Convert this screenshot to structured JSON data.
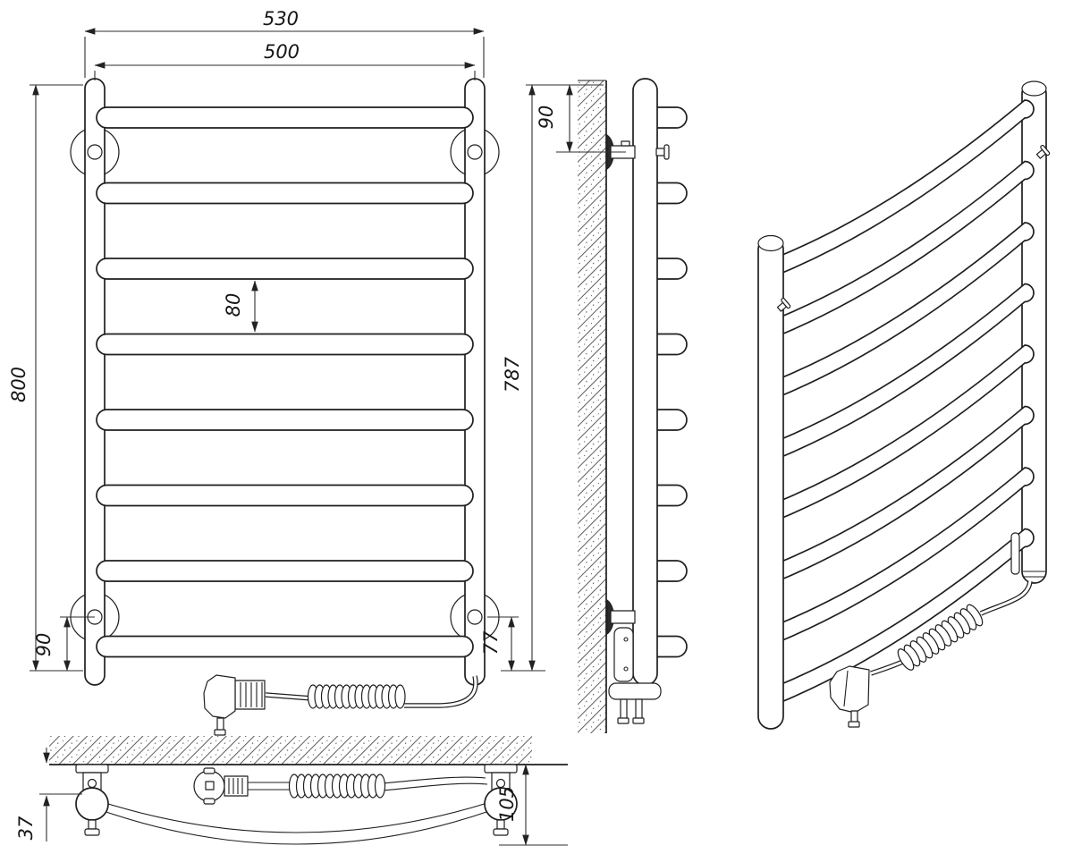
{
  "drawing": {
    "background": "#ffffff",
    "line_color": "#1f1f1f",
    "dimensions": {
      "front": {
        "outer_width": "530",
        "inner_width": "500",
        "height": "800",
        "rung_gap": "80",
        "bottom_bracket_offset": "90"
      },
      "side": {
        "top_bracket_offset": "90",
        "mounting_height": "787",
        "bottom_bracket_offset": "77"
      },
      "bottom": {
        "wall_to_bracket": "37",
        "wall_to_rail": "105"
      }
    }
  }
}
